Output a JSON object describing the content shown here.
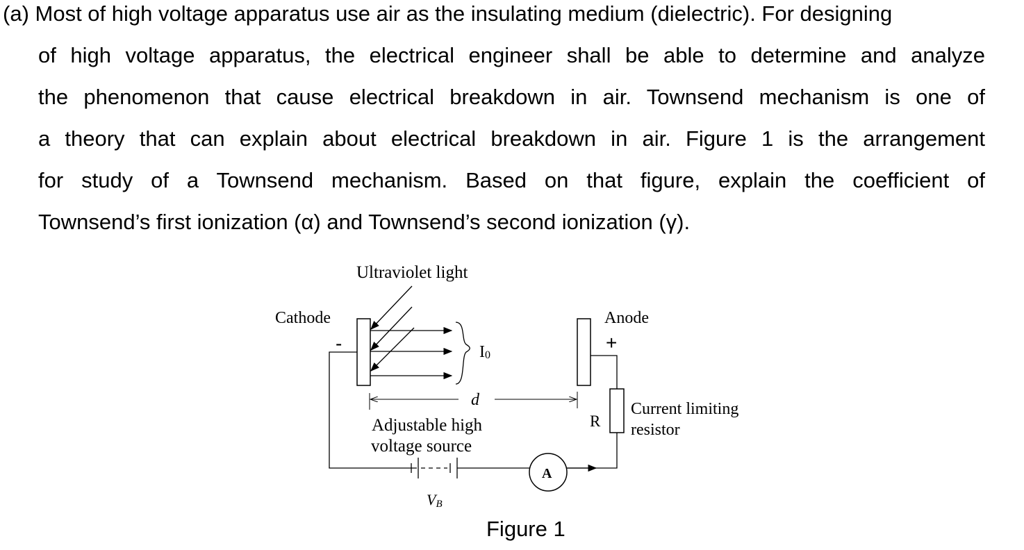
{
  "question": {
    "label": "(a)",
    "lines": [
      "Most of high voltage apparatus use air as the insulating medium (dielectric). For designing",
      "of high voltage apparatus, the electrical engineer shall be able to determine and analyze",
      "the phenomenon that cause electrical breakdown in air. Townsend mechanism is one of",
      "a theory that can explain about electrical breakdown in air. Figure 1 is the arrangement",
      "for study of a Townsend mechanism. Based on that figure, explain the coefficient of",
      "Townsend’s first ionization (α) and Townsend’s second ionization (γ)."
    ]
  },
  "figure": {
    "uv_label": "Ultraviolet light",
    "cathode_label": "Cathode",
    "anode_label": "Anode",
    "minus_sign": "-",
    "plus_sign": "+",
    "current_label": "I",
    "current_subscript": "0",
    "gap_label": "d",
    "resistor_symbol": "R",
    "resistor_label_line1": "Current  limiting",
    "resistor_label_line2": "resistor",
    "source_label_line1": "Adjustable  high",
    "source_label_line2": "voltage source",
    "ammeter_label": "A",
    "voltage_label": "V",
    "voltage_subscript": "B",
    "caption": "Figure 1"
  }
}
